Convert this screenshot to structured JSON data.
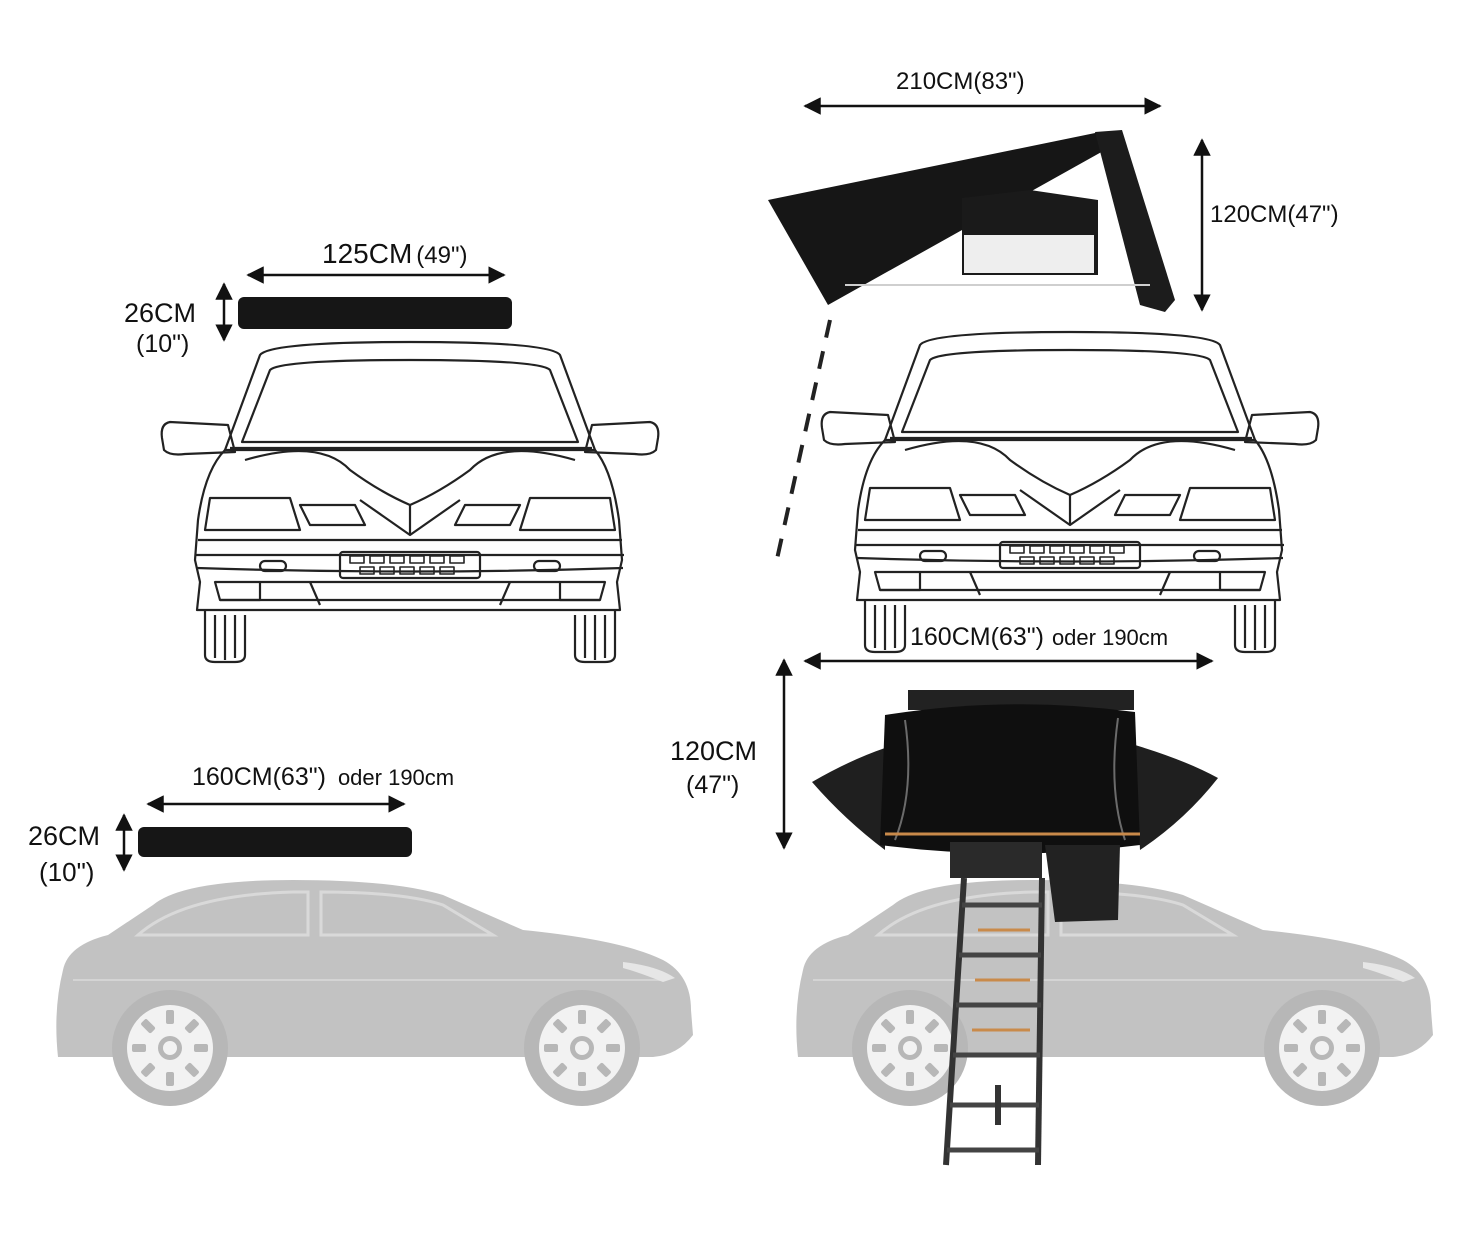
{
  "panels": {
    "front_closed": {
      "width_value": "125CM",
      "width_imperial": "(49\")",
      "height_value": "26CM",
      "height_imperial": "(10\")"
    },
    "front_open": {
      "width_label": "210CM(83\")",
      "height_label": "120CM(47\")"
    },
    "side_closed": {
      "length_value": "160CM(63\")",
      "length_alt": "oder 190cm",
      "height_value": "26CM",
      "height_imperial": "(10\")"
    },
    "side_open": {
      "length_value": "160CM(63\")",
      "length_alt": "oder 190cm",
      "height_value": "120CM",
      "height_imperial": "(47\")"
    }
  },
  "colors": {
    "tent": "#161616",
    "car_line": "#222222",
    "car_silhouette": "#c2c2c2",
    "wheel_rim": "#f2f2f2",
    "ladder": "#333333",
    "accent_orange": "#c98a4a"
  }
}
